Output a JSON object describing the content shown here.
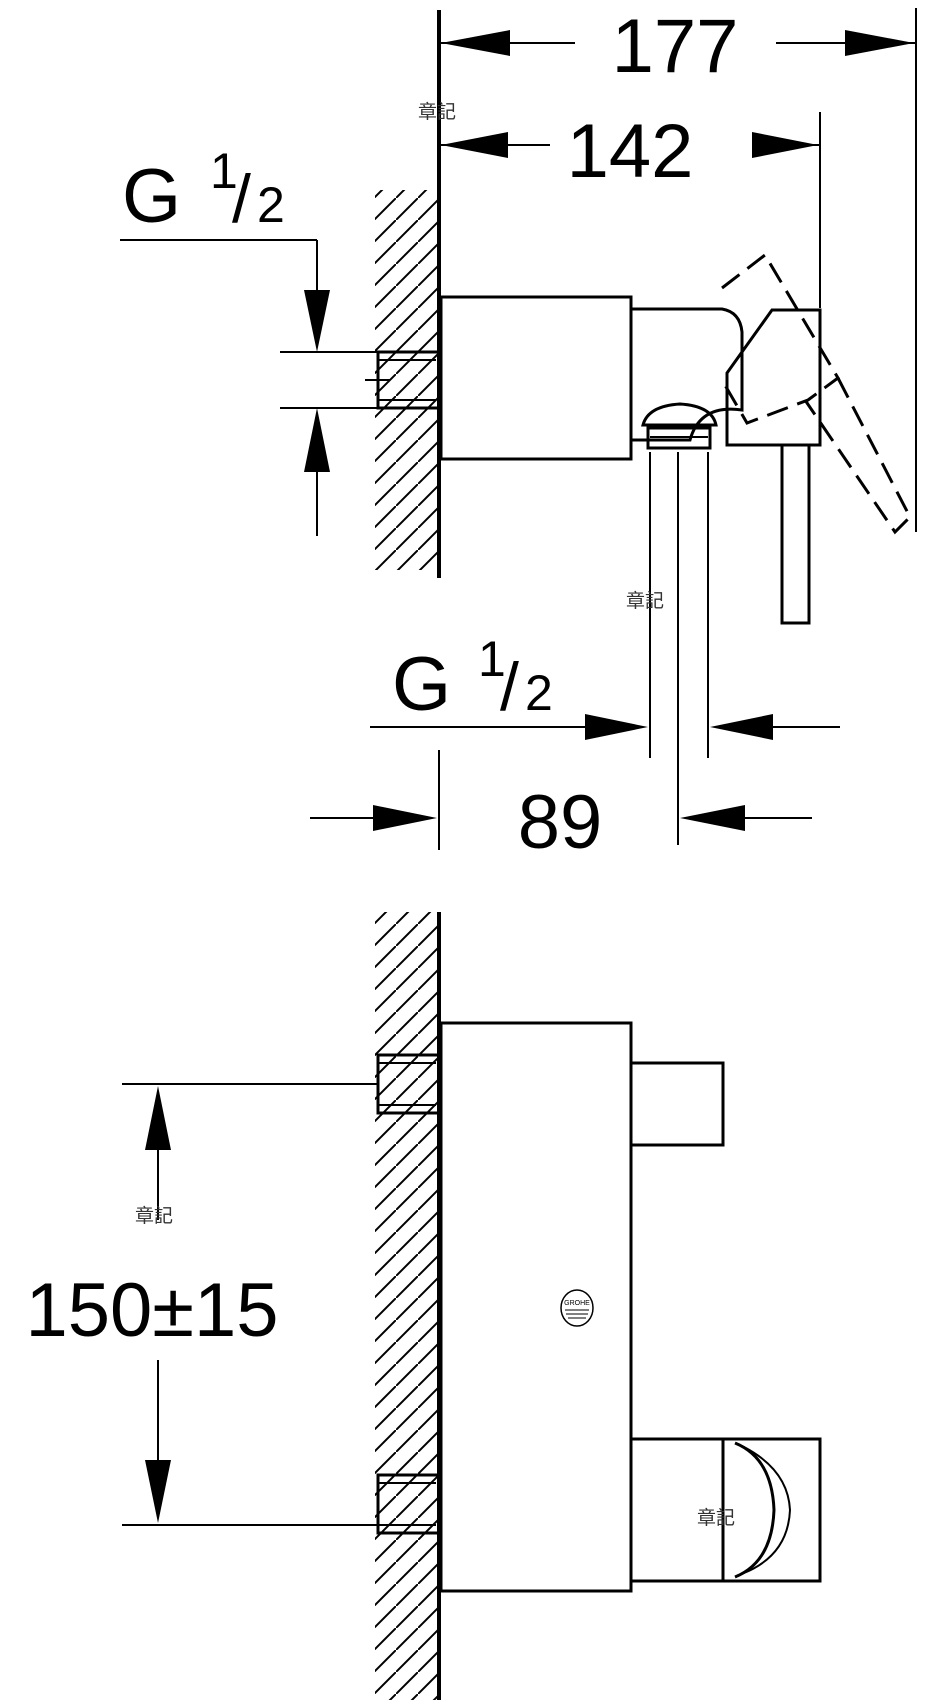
{
  "dimensions": {
    "overall_width": "177",
    "lever_reach": "142",
    "outlet_offset": "89",
    "inlet_spacing": "150±15"
  },
  "threads": {
    "inlet": {
      "letter": "G",
      "numerator": "1",
      "denominator": "2"
    },
    "outlet": {
      "letter": "G",
      "numerator": "1",
      "denominator": "2"
    }
  },
  "watermark": "章記",
  "brand_logo": "GROHE"
}
